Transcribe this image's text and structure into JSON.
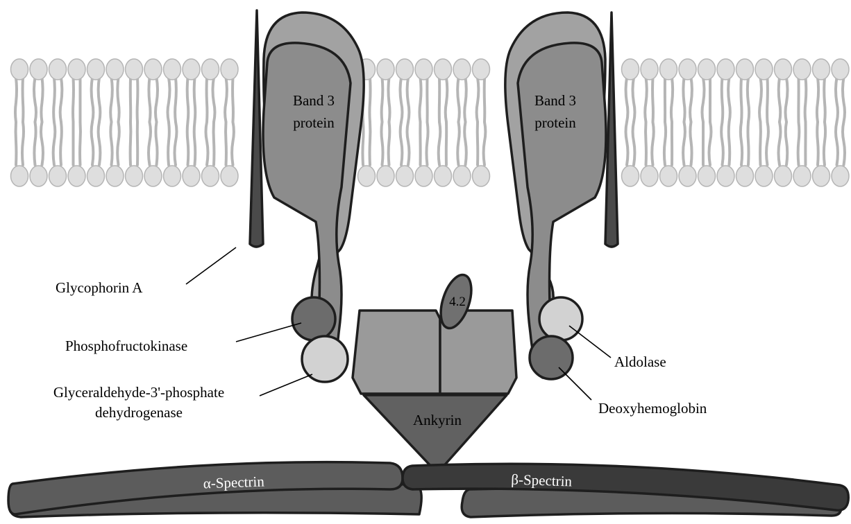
{
  "labels": {
    "band3_left": [
      "Band 3",
      "protein"
    ],
    "band3_right": [
      "Band 3",
      "protein"
    ],
    "glycophorin": "Glycophorin A",
    "pfk": "Phosphofructokinase",
    "gapdh": [
      "Glyceraldehyde-3'-phosphate",
      "dehydrogenase"
    ],
    "protein42": "4.2",
    "aldolase": "Aldolase",
    "deoxyhemoglobin": "Deoxyhemoglobin",
    "ankyrin": "Ankyrin",
    "alpha_spectrin": "α-Spectrin",
    "beta_spectrin": "β-Spectrin"
  },
  "colors": {
    "lipid": "#dedede",
    "lipid_stroke": "#b5b5b5",
    "band3_back": "#a2a2a2",
    "band3_front": "#8c8c8c",
    "glycophorin": "#4a4a4a",
    "pfk": "#6c6c6c",
    "gapdh": "#d2d2d2",
    "aldolase": "#d2d2d2",
    "deoxyhemoglobin": "#6c6c6c",
    "cyto_domain": "#9a9a9a",
    "ankyrin": "#616161",
    "protein42": "#707070",
    "alpha_spectrin": "#5c5c5c",
    "beta_spectrin": "#3a3a3a"
  }
}
